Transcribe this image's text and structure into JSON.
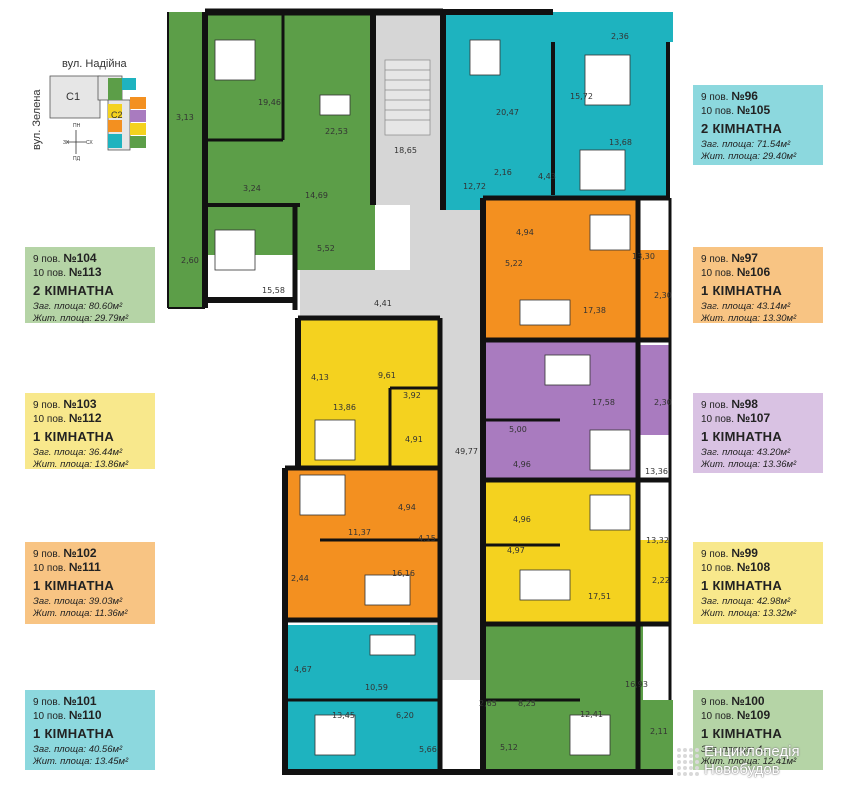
{
  "location_map": {
    "street_top": "вул. Надійна",
    "street_left": "вул. Зелена",
    "section_1": "С1",
    "section_2": "С2",
    "compass": [
      "ПН",
      "СХ",
      "ПД",
      "ЗХ"
    ]
  },
  "apartments": [
    {
      "id": "104",
      "floor9": "9 пов.",
      "num9": "№104",
      "floor10": "10 пов.",
      "num10": "№113",
      "rooms": "2 КІМНАТНА",
      "total": "Заг. площа: 80.60м²",
      "living": "Жит. площа: 29.79м²",
      "color": "#5c9e48",
      "card_color": "#b5d4a6"
    },
    {
      "id": "103",
      "floor9": "9 пов.",
      "num9": "№103",
      "floor10": "10 пов.",
      "num10": "№112",
      "rooms": "1 КІМНАТНА",
      "total": "Заг. площа: 36.44м²",
      "living": "Жит. площа: 13.86м²",
      "color": "#f4d21f",
      "card_color": "#f8e88c"
    },
    {
      "id": "102",
      "floor9": "9 пов.",
      "num9": "№102",
      "floor10": "10 пов.",
      "num10": "№111",
      "rooms": "1 КІМНАТНА",
      "total": "Заг. площа: 39.03м²",
      "living": "Жит. площа: 11.36м²",
      "color": "#f39020",
      "card_color": "#f8c483"
    },
    {
      "id": "101",
      "floor9": "9 пов.",
      "num9": "№101",
      "floor10": "10 пов.",
      "num10": "№110",
      "rooms": "1 КІМНАТНА",
      "total": "Заг. площа: 40.56м²",
      "living": "Жит. площа: 13.45м²",
      "color": "#1eb3bf",
      "card_color": "#8cd8de"
    },
    {
      "id": "96",
      "floor9": "9 пов.",
      "num9": "№96",
      "floor10": "10 пов.",
      "num10": "№105",
      "rooms": "2 КІМНАТНА",
      "total": "Заг. площа: 71.54м²",
      "living": "Жит. площа: 29.40м²",
      "color": "#1eb3bf",
      "card_color": "#8cd8de"
    },
    {
      "id": "97",
      "floor9": "9 пов.",
      "num9": "№97",
      "floor10": "10 пов.",
      "num10": "№106",
      "rooms": "1 КІМНАТНА",
      "total": "Заг. площа: 43.14м²",
      "living": "Жит. площа: 13.30м²",
      "color": "#f39020",
      "card_color": "#f8c483"
    },
    {
      "id": "98",
      "floor9": "9 пов.",
      "num9": "№98",
      "floor10": "10 пов.",
      "num10": "№107",
      "rooms": "1 КІМНАТНА",
      "total": "Заг. площа: 43.20м²",
      "living": "Жит. площа: 13.36м²",
      "color": "#a97bbf",
      "card_color": "#d9c2e3"
    },
    {
      "id": "99",
      "floor9": "9 пов.",
      "num9": "№99",
      "floor10": "10 пов.",
      "num10": "№108",
      "rooms": "1 КІМНАТНА",
      "total": "Заг. площа: 42.98м²",
      "living": "Жит. площа: 13.32м²",
      "color": "#f4d21f",
      "card_color": "#f8e88c"
    },
    {
      "id": "100",
      "floor9": "9 пов.",
      "num9": "№100",
      "floor10": "10 пов.",
      "num10": "№109",
      "rooms": "1 КІМНАТНА",
      "total": "Заг. площа: 4…",
      "living": "Жит. площа: 12.41м²",
      "color": "#5c9e48",
      "card_color": "#b5d4a6"
    }
  ],
  "room_areas": {
    "a104": [
      "3,13",
      "19,46",
      "22,53",
      "3,24",
      "14,69",
      "2,60",
      "5,52",
      "15,58"
    ],
    "a103": [
      "4,13",
      "9,61",
      "3,92",
      "13,86",
      "4,91"
    ],
    "a102": [
      "11,37",
      "4,94",
      "4,15",
      "2,44",
      "16,16"
    ],
    "a101": [
      "4,67",
      "10,59",
      "13,45",
      "6,20",
      "5,66"
    ],
    "a96": [
      "2,36",
      "15,72",
      "20,47",
      "13,68",
      "12,72",
      "2,16",
      "4,43"
    ],
    "a97": [
      "4,94",
      "13,30",
      "5,22",
      "17,38",
      "2,30"
    ],
    "a98": [
      "17,58",
      "2,30",
      "5,00",
      "4,96",
      "13,36"
    ],
    "a99": [
      "4,96",
      "13,32",
      "4,97",
      "17,51",
      "2,22"
    ],
    "a100": [
      "16,93",
      "8,25",
      "12,41",
      "2,65",
      "5,12",
      "2,11"
    ],
    "common": [
      "18,65",
      "4,41",
      "49,77"
    ]
  },
  "watermark": {
    "line1": "Енциклопедія",
    "line2": "Новобудов"
  }
}
